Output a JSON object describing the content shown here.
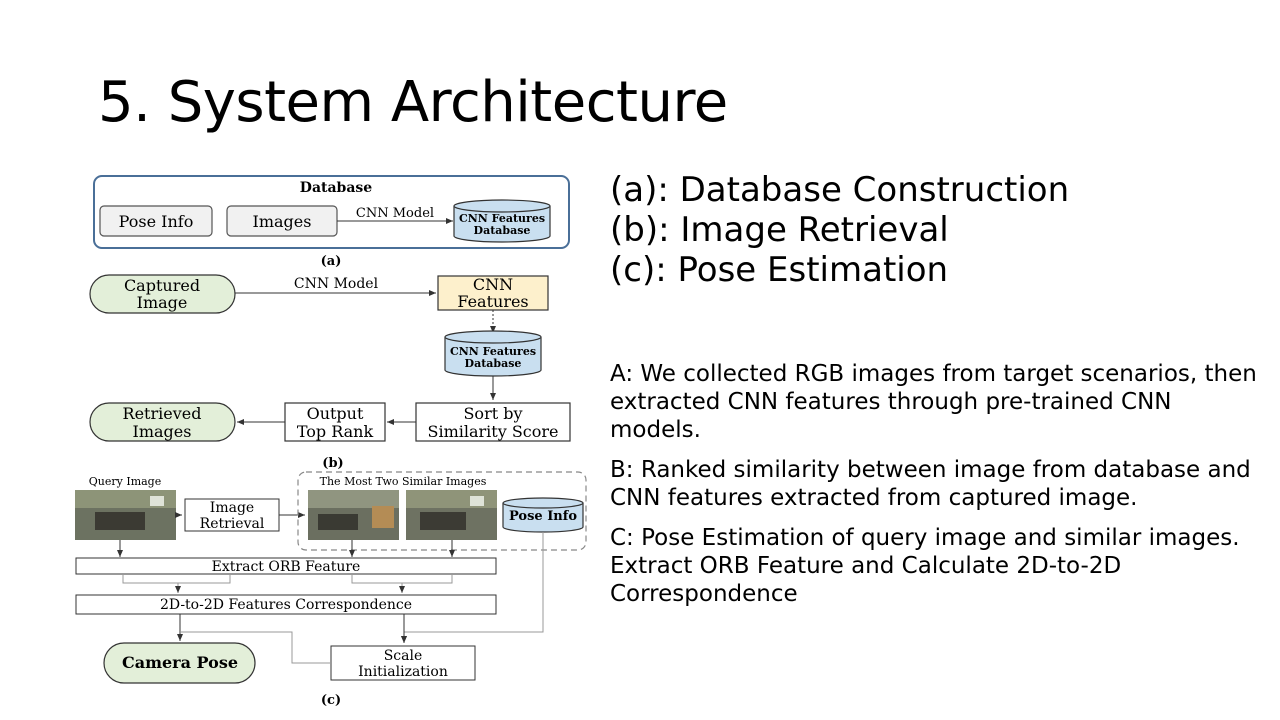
{
  "slide": {
    "title": "5. System Architecture",
    "legend": [
      "(a): Database Construction",
      "(b): Image Retrieval",
      "(c): Pose Estimation"
    ],
    "notes": [
      "A: We collected RGB images from target scenarios, then extracted CNN features through pre-trained CNN models.",
      "B: Ranked similarity between image from database and CNN features extracted from captured image.",
      "C: Pose Estimation of query image and similar images. Extract ORB Feature and Calculate 2D-to-2D Correspondence"
    ]
  },
  "diagram": {
    "a": {
      "header": "Database",
      "pose_info": "Pose Info",
      "images": "Images",
      "cnn_model": "CNN Model",
      "db_line1": "CNN Features",
      "db_line2": "Database",
      "caption": "(a)"
    },
    "b": {
      "captured_line1": "Captured",
      "captured_line2": "Image",
      "cnn_model": "CNN Model",
      "features_line1": "CNN",
      "features_line2": "Features",
      "db_line1": "CNN Features",
      "db_line2": "Database",
      "sort_line1": "Sort by",
      "sort_line2": "Similarity Score",
      "output_line1": "Output",
      "output_line2": "Top Rank",
      "retrieved_line1": "Retrieved",
      "retrieved_line2": "Images",
      "caption": "(b)"
    },
    "c": {
      "query_image": "Query Image",
      "retrieval_line1": "Image",
      "retrieval_line2": "Retrieval",
      "similar_images": "The Most Two Similar Images",
      "pose_info": "Pose Info",
      "extract_orb": "Extract ORB Feature",
      "correspondence": "2D-to-2D Features Correspondence",
      "camera_pose": "Camera Pose",
      "scale_line1": "Scale",
      "scale_line2": "Initialization",
      "caption": "(c)"
    }
  },
  "colors": {
    "db_cylinder": "#c9dff0",
    "green_terminal": "#e3efd9",
    "cnn_features_box": "#fdf0cc",
    "frame_border": "#4a6f98"
  }
}
